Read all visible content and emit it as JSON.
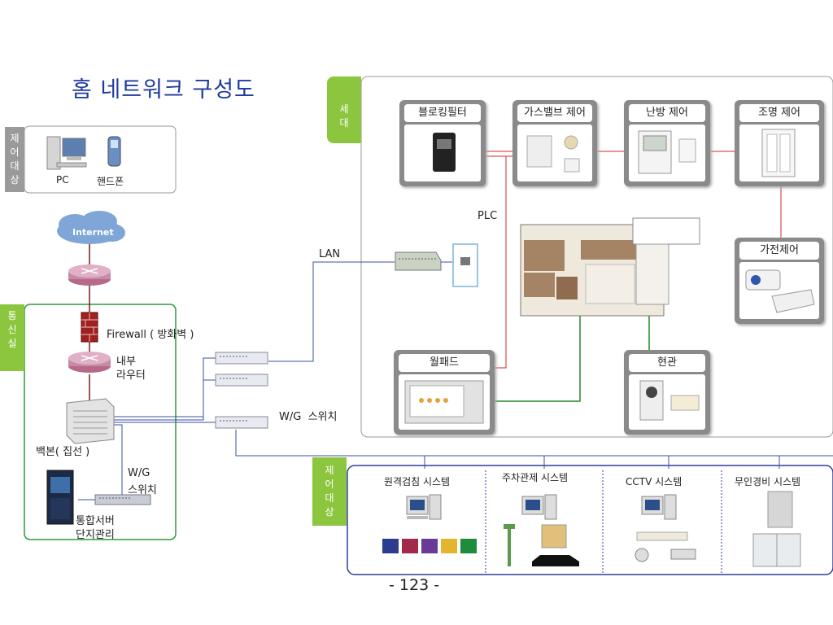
{
  "title": "홈 네트워크 구성도",
  "control_targets_top": {
    "tag": [
      "제",
      "어",
      "대",
      "상"
    ],
    "items": [
      "PC",
      "핸드폰"
    ]
  },
  "household": {
    "tag": [
      "세",
      "대"
    ]
  },
  "comm_room": {
    "tag": [
      "통",
      "신",
      "실"
    ]
  },
  "control_targets_bottom": {
    "tag": [
      "제",
      "어",
      "대",
      "상"
    ]
  },
  "network": {
    "internet": "Internet",
    "firewall": "Firewall ( 방화벽 )",
    "inner_router": [
      "내부",
      "라우터"
    ],
    "backbone": "백본( 집선 )",
    "wg_switch_left": [
      "W/G",
      "스위치"
    ],
    "server": [
      "통합서버",
      "단지관리"
    ],
    "lan": "LAN",
    "plc": "PLC",
    "wg_switch_right": "W/G  스위치"
  },
  "devices": {
    "blocking_filter": "블로킹필터",
    "gas_valve": "가스밸브 제어",
    "heating": "난방 제어",
    "lighting": "조명 제어",
    "appliance": "가전제어",
    "wallpad": "월패드",
    "entrance": "현관"
  },
  "systems": [
    "원격검침 시스템",
    "주차관제 시스템",
    "CCTV 시스템",
    "무인경비 시스템"
  ],
  "page_number": "- 123 -",
  "colors": {
    "title": "#1f3a9e",
    "green_tag": "#8cc63f",
    "plc_line": "#d9262a",
    "lan_line": "#3a4fa6",
    "green_line": "#1e8c2e"
  }
}
